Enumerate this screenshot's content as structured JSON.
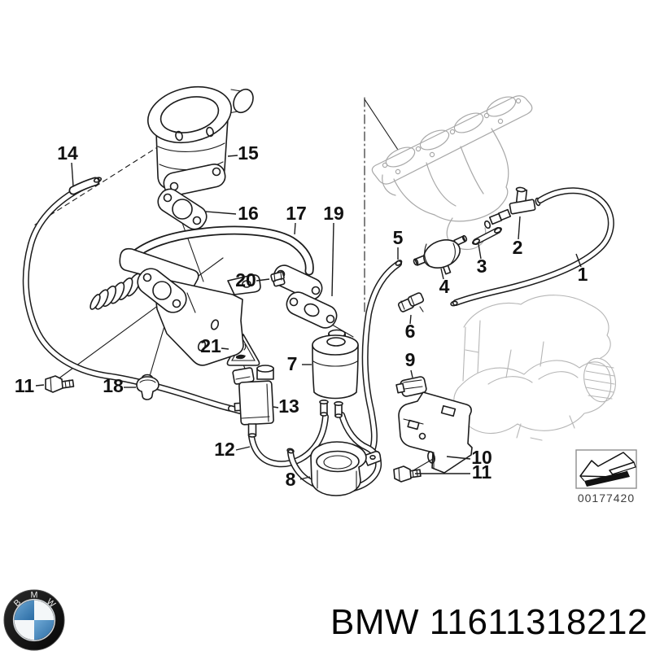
{
  "page": {
    "background_color": "#ffffff"
  },
  "diagram": {
    "type": "exploded-parts-diagram",
    "subject": "vacuum control / air injection hose system with exhaust and intake manifold",
    "image_code": "00177420",
    "colors": {
      "line": "#1c1c1c",
      "ghost_part": "#a8a8a8",
      "background": "#ffffff"
    },
    "callouts": {
      "c1": {
        "label": "1"
      },
      "c2": {
        "label": "2"
      },
      "c3": {
        "label": "3"
      },
      "c4": {
        "label": "4"
      },
      "c5": {
        "label": "5"
      },
      "c6": {
        "label": "6"
      },
      "c7": {
        "label": "7"
      },
      "c8": {
        "label": "8"
      },
      "c9": {
        "label": "9"
      },
      "c10": {
        "label": "10"
      },
      "c11_left": {
        "label": "11"
      },
      "c11_right": {
        "label": "11"
      },
      "c12": {
        "label": "12"
      },
      "c13": {
        "label": "13"
      },
      "c14": {
        "label": "14"
      },
      "c15": {
        "label": "15"
      },
      "c16": {
        "label": "16"
      },
      "c17": {
        "label": "17"
      },
      "c18": {
        "label": "18"
      },
      "c19": {
        "label": "19"
      },
      "c20": {
        "label": "20"
      },
      "c21": {
        "label": "21"
      }
    }
  },
  "footer": {
    "brand": "BMW",
    "part_number": "11611318212",
    "logo_letters": {
      "b": "B",
      "m": "M",
      "w": "W"
    },
    "logo_colors": {
      "ring": "#101010",
      "blue": "#4a90c8",
      "blue_dark": "#2a6ba3",
      "quadrant_white": "#f4f7f9"
    }
  }
}
